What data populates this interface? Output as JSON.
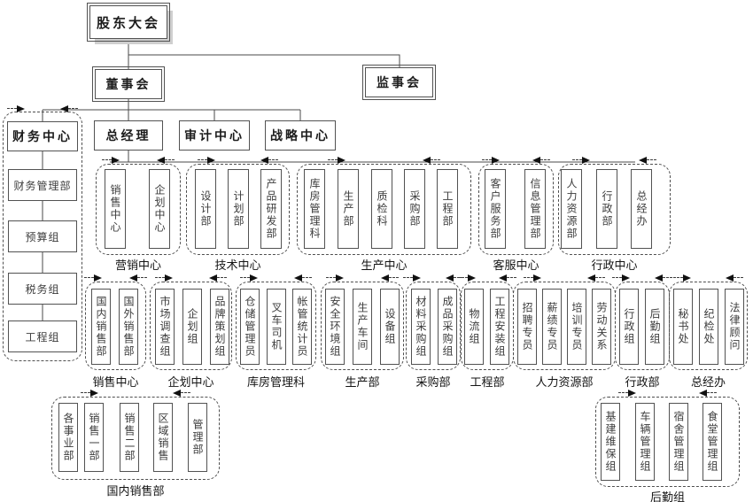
{
  "colors": {
    "background": "#ffffff",
    "line": "#4a4a4a",
    "box_border": "#525252",
    "text_primary": "#1c1c1c",
    "text_secondary": "#3d3d3d",
    "shadow": "#cfcfcf"
  },
  "root": {
    "label": "股东大会"
  },
  "level2": {
    "board": "董事会",
    "supervisory": "监事会"
  },
  "level3": {
    "general_manager": "总经理",
    "audit_center": "审计中心",
    "strategy_center": "战略中心"
  },
  "finance": {
    "label": "财务中心",
    "children": [
      "财务管理部",
      "预算组",
      "税务组",
      "工程组"
    ]
  },
  "tier2_groups": [
    {
      "label": "营销中心",
      "members": [
        "销售中心",
        "企划中心"
      ]
    },
    {
      "label": "技术中心",
      "members": [
        "设计部",
        "计划部",
        "产品研发部"
      ]
    },
    {
      "label": "生产中心",
      "members": [
        "库房管理科",
        "生产部",
        "质检科",
        "采购部",
        "工程部"
      ]
    },
    {
      "label": "客服中心",
      "members": [
        "客户服务部",
        "信息管理部"
      ]
    },
    {
      "label": "行政中心",
      "members": [
        "人力资源部",
        "行政部",
        "总经办"
      ]
    }
  ],
  "tier3_groups": [
    {
      "label": "销售中心",
      "members": [
        "国内销售部",
        "国外销售部"
      ]
    },
    {
      "label": "企划中心",
      "members": [
        "市场调查组",
        "企划组",
        "品牌策划组"
      ]
    },
    {
      "label": "库房管理科",
      "members": [
        "仓储管理员",
        "叉车司机",
        "帐管统计员"
      ]
    },
    {
      "label": "生产部",
      "members": [
        "安全环境组",
        "生产车间",
        "设备组"
      ]
    },
    {
      "label": "采购部",
      "members": [
        "材料采购组",
        "成品采购组"
      ]
    },
    {
      "label": "工程部",
      "members": [
        "物流组",
        "工程安装组"
      ]
    },
    {
      "label": "人力资源部",
      "members": [
        "招聘专员",
        "薪绩专员",
        "培训专员",
        "劳动关系"
      ]
    },
    {
      "label": "行政部",
      "members": [
        "行政组",
        "后勤组"
      ]
    },
    {
      "label": "总经办",
      "members": [
        "秘书处",
        "纪检处",
        "法律顾问"
      ]
    }
  ],
  "tier4_groups": [
    {
      "label": "国内销售部",
      "members": [
        "各事业部",
        "销售一部",
        "销售二部",
        "区域销售",
        "管理部"
      ]
    },
    {
      "label": "后勤组",
      "members": [
        "基建维保组",
        "车辆管理组",
        "宿舍管理组",
        "食堂管理组"
      ]
    }
  ]
}
